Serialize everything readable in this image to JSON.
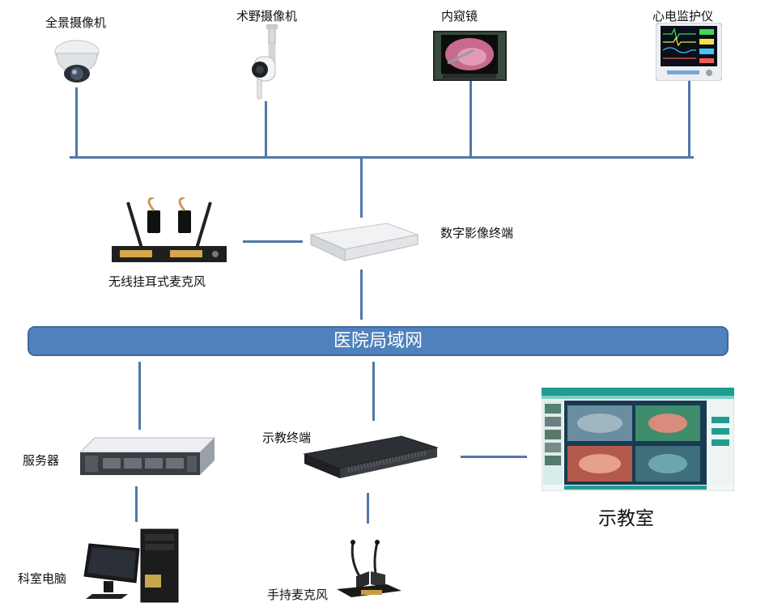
{
  "devices": {
    "panoramic_camera": "全景摄像机",
    "surgical_camera": "术野摄像机",
    "endoscope": "内窥镜",
    "ecg_monitor": "心电监护仪",
    "digital_image_terminal": "数字影像终端",
    "wireless_ear_mic": "无线挂耳式麦克风",
    "hospital_lan": "医院局域网",
    "server": "服务器",
    "teaching_terminal": "示教终端",
    "classroom": "示教室",
    "department_pc": "科室电脑",
    "handheld_mic": "手持麦克风"
  },
  "colors": {
    "line": "#4f79a8",
    "lan_fill": "#4f81bd",
    "screen_accent": "#1f9e8f"
  }
}
